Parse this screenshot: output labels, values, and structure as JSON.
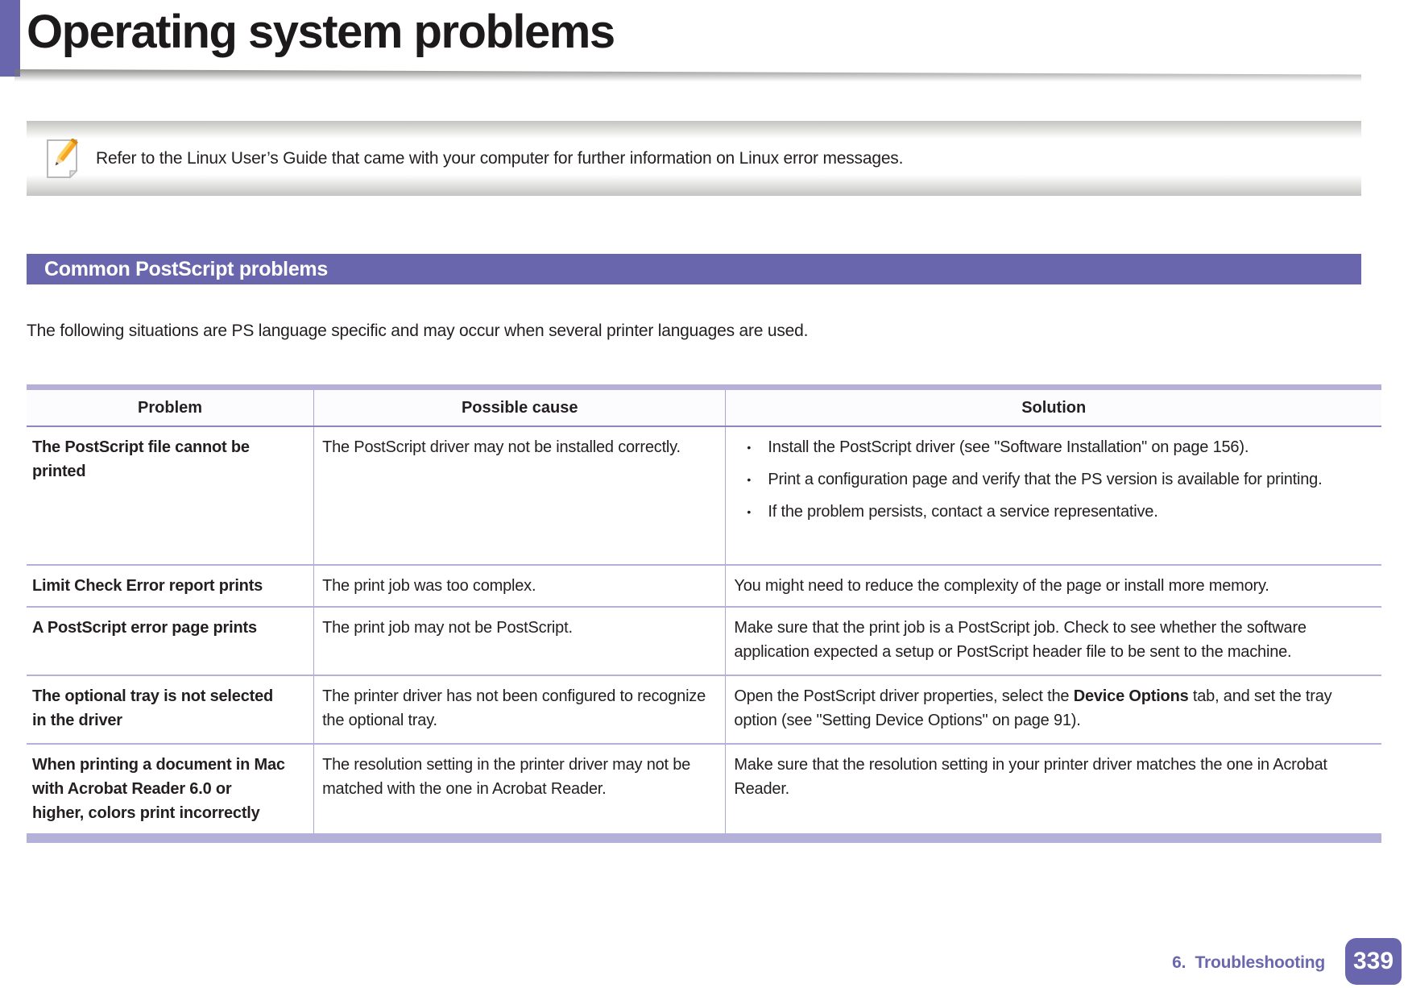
{
  "page": {
    "title": "Operating system problems",
    "colors": {
      "accent_purple": "#6a66ae",
      "table_border_light_purple": "#b5b0d8",
      "table_divider_purple": "#aba5d3",
      "header_underline_purple": "#8d86c0",
      "text": "#231f20",
      "banner_text": "#ffffff"
    }
  },
  "note": {
    "icon": "pencil-note-icon",
    "text": "Refer to the Linux User’s Guide that came with your computer for further information on Linux error messages."
  },
  "section": {
    "heading": "Common PostScript problems",
    "intro": "The following situations are PS language specific and may occur when several printer languages are used."
  },
  "table": {
    "headers": [
      "Problem",
      "Possible cause",
      "Solution"
    ],
    "rows": [
      {
        "problem": "The PostScript file cannot be printed",
        "cause": [
          {
            "text": "The PostScript driver may not be installed correctly."
          }
        ],
        "solution": {
          "type": "bullets",
          "items": [
            [
              {
                "text": "Install the PostScript driver (see \"Software Installation\" on page 156)."
              }
            ],
            [
              {
                "text": "Print a configuration page and verify that the PS version is available for printing."
              }
            ],
            [
              {
                "text": "If the problem persists, contact a service representative."
              }
            ]
          ]
        }
      },
      {
        "problem": "Limit Check Error report prints",
        "cause": [
          {
            "text": "The print job was too complex."
          }
        ],
        "solution": {
          "type": "text",
          "runs": [
            {
              "text": "You might need to reduce the complexity of the page or install more memory."
            }
          ]
        }
      },
      {
        "problem": "A PostScript error page prints",
        "cause": [
          {
            "text": "The print job may not be PostScript."
          }
        ],
        "solution": {
          "type": "text",
          "runs": [
            {
              "text": "Make sure that the print job is a PostScript job. Check to see whether the software application expected a setup or PostScript header file to be sent to the machine."
            }
          ]
        }
      },
      {
        "problem": "The optional tray is not selected in the driver",
        "cause": [
          {
            "text": "The printer driver has not been configured to recognize the optional tray."
          }
        ],
        "solution": {
          "type": "text",
          "runs": [
            {
              "text": "Open the PostScript driver properties, select the "
            },
            {
              "text": "Device Options",
              "bold": true
            },
            {
              "text": " tab, and set the tray option (see \"Setting Device Options\" on page 91)."
            }
          ]
        }
      },
      {
        "problem": "When printing a document in Mac with Acrobat Reader 6.0 or higher, colors print incorrectly",
        "cause": [
          {
            "text": "The resolution setting in the printer driver may not be matched with the one in Acrobat Reader."
          }
        ],
        "solution": {
          "type": "text",
          "runs": [
            {
              "text": "Make sure that the resolution setting in your printer driver matches the one in Acrobat Reader."
            }
          ]
        }
      }
    ]
  },
  "footer": {
    "chapter": "6.  Troubleshooting",
    "page_number": "339"
  }
}
